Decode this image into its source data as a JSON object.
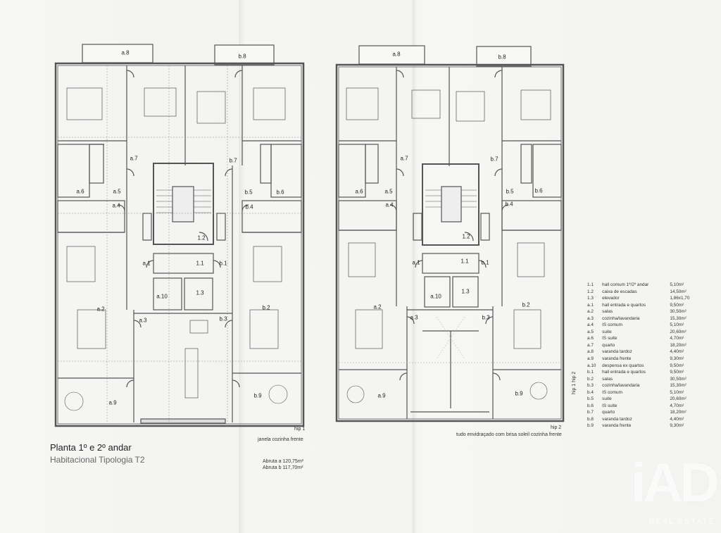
{
  "title": "Planta 1º e 2º andar",
  "subtitle": "Habitacional Tipologia T2",
  "areas": [
    "Abruta a 120,75m²",
    "Abruta b 117,70m²"
  ],
  "hip1": {
    "label": "hip 1",
    "note": "janela cozinha frente"
  },
  "hip2": {
    "label": "hip 2",
    "note": "tudo envidraçado com brisa soleil cozinha frente"
  },
  "legend_tag": "hip 1 hip 2",
  "room_labels": {
    "a8": "a.8",
    "b8": "b.8",
    "a7": "a.7",
    "b7": "b.7",
    "a6": "a.6",
    "a5": "a.5",
    "b5": "b.5",
    "b6": "b.6",
    "a4": "a.4",
    "b4": "b.4",
    "r12": "1.2",
    "a1": "a.1",
    "r11": "1.1",
    "b1": "b.1",
    "a10": "a.10",
    "r13": "1.3",
    "a2": "a.2",
    "b2": "b.2",
    "a3": "a.3",
    "b3": "b.3",
    "a9": "a.9",
    "b9": "b.9"
  },
  "legend": [
    {
      "code": "1.1",
      "name": "hall comum 1º/2º andar",
      "value": "5,10m²"
    },
    {
      "code": "1.2",
      "name": "caixa de escadas",
      "value": "14,50m²"
    },
    {
      "code": "1.3",
      "name": "elevador",
      "value": "1,86x1,70"
    },
    {
      "code": "a.1",
      "name": "hall entrada e quartos",
      "value": "9,50m²"
    },
    {
      "code": "a.2",
      "name": "salas",
      "value": "30,50m²"
    },
    {
      "code": "a.3",
      "name": "cozinha/lavandaria",
      "value": "15,30m²"
    },
    {
      "code": "a.4",
      "name": "IS comum",
      "value": "5,10m²"
    },
    {
      "code": "a.5",
      "name": "suite",
      "value": "20,60m²"
    },
    {
      "code": "a.6",
      "name": "IS suite",
      "value": "4,70m²"
    },
    {
      "code": "a.7",
      "name": "quarto",
      "value": "18,20m²"
    },
    {
      "code": "a.8",
      "name": "varanda tardoz",
      "value": "4,40m²"
    },
    {
      "code": "a.9",
      "name": "varanda frente",
      "value": "9,30m²"
    },
    {
      "code": "a.10",
      "name": "despensa ex quartos",
      "value": "9,50m²"
    },
    {
      "code": "b.1",
      "name": "hall entrada e quartos",
      "value": "9,50m²"
    },
    {
      "code": "b.2",
      "name": "salas",
      "value": "30,50m²"
    },
    {
      "code": "b.3",
      "name": "cozinha/lavandaria",
      "value": "15,30m²"
    },
    {
      "code": "b.4",
      "name": "IS comum",
      "value": "5,10m²"
    },
    {
      "code": "b.5",
      "name": "suite",
      "value": "20,60m²"
    },
    {
      "code": "b.6",
      "name": "IS suite",
      "value": "4,70m²"
    },
    {
      "code": "b.7",
      "name": "quarto",
      "value": "18,20m²"
    },
    {
      "code": "b.8",
      "name": "varanda tardoz",
      "value": "4,40m²"
    },
    {
      "code": "b.9",
      "name": "varanda frente",
      "value": "9,30m²"
    }
  ],
  "watermark": "iAD",
  "watermark_sub": "REAL ESTATE"
}
